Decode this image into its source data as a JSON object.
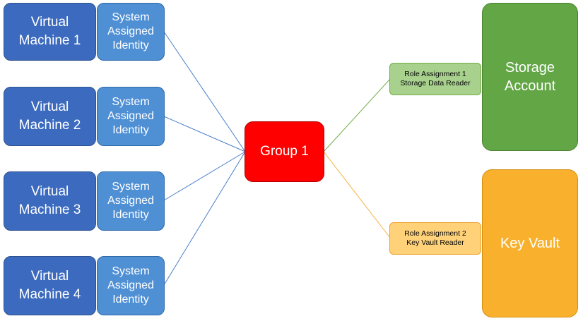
{
  "virtual_machines": [
    {
      "label": "Virtual\nMachine  1"
    },
    {
      "label": "Virtual\nMachine  2"
    },
    {
      "label": "Virtual\nMachine  3"
    },
    {
      "label": "Virtual\nMachine  4"
    }
  ],
  "identities": [
    {
      "label": "System\nAssigned\nIdentity"
    },
    {
      "label": "System\nAssigned\nIdentity"
    },
    {
      "label": "System\nAssigned\nIdentity"
    },
    {
      "label": "System\nAssigned\nIdentity"
    }
  ],
  "group": {
    "label": "Group 1"
  },
  "role_assignments": [
    {
      "label": "Role Assignment 1\nStorage Data Reader"
    },
    {
      "label": "Role Assignment 2\nKey Vault Reader"
    }
  ],
  "resources": [
    {
      "label": "Storage\nAccount"
    },
    {
      "label": "Key Vault"
    }
  ],
  "colors": {
    "vm": "#3b6abf",
    "identity": "#4f8fd4",
    "group": "#ff0000",
    "storage": "#62a645",
    "keyvault": "#f9b12d",
    "link_blue": "#4a7ec8",
    "link_green": "#70ad47",
    "link_orange": "#f5b041"
  }
}
